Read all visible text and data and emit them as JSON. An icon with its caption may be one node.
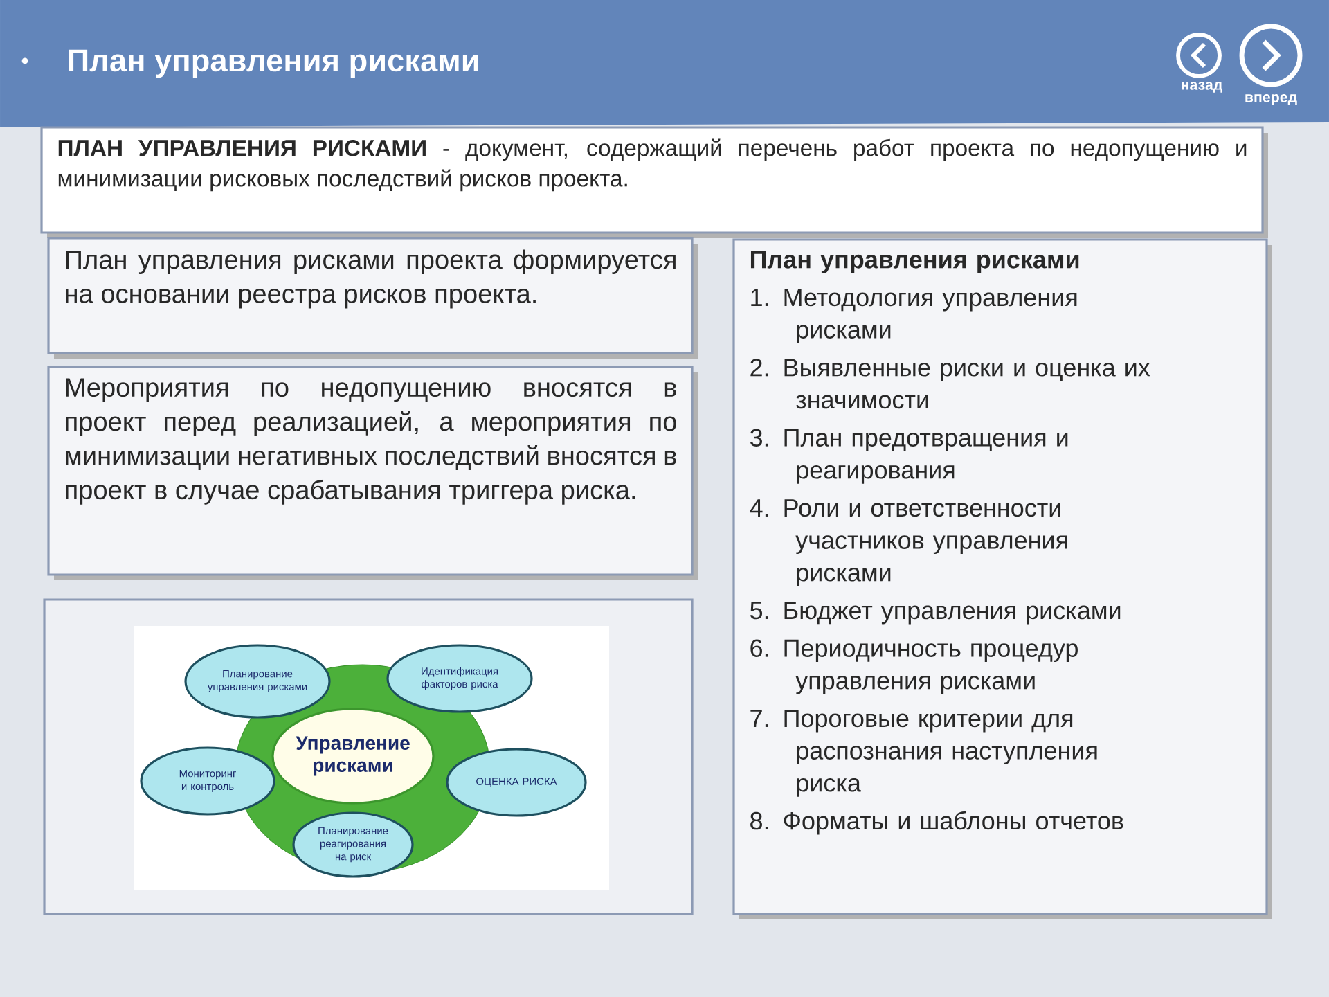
{
  "diagram": {
    "title": "План управления рисками",
    "nodes": [
      {
        "text": [
          "**ПЛАН УПРАВЛЕНИЯ РИСКАМИ** - документ, содержащий перечень работ проекта по недопущению и минимизации рисковых последствий рисков проекта."
        ]
      },
      {
        "text": [
          "План управления рисками проекта формируется на основании реестра рисков проекта."
        ]
      },
      {
        "text": [
          "Мероприятия по недопущению вносятся в проект перед реализацией, а мероприятия по минимизации негативных последствий вносятся в проект в случае срабатывания триггера риска."
        ]
      },
      {
        "text": [],
        "shape": "box"
      },
      {
        "text": [],
        "shape": "circle",
        "in": 3
      },
      {
        "text": [
          "Управление рисками"
        ],
        "in": 4
      },
      {
        "text": [
          "Планирование управления рисками"
        ],
        "in": 3
      },
      {
        "text": [
          "Идентификация факторов риска"
        ],
        "in": 3
      },
      {
        "text": [
          "Мониторинг и контроль"
        ],
        "in": 3
      },
      {
        "text": [
          "ОЦЕНКА РИСКА"
        ],
        "in": 3
      },
      {
        "text": [
          "Планирование реагирования на риск"
        ],
        "in": 4
      },
      {
        "text": [
          "План управления рисками",
          "1. Методология управления рисками",
          "2. Выявленные риски и оценка их значимости",
          "3. План предотвращения и реагирования",
          "4. Роли и ответственности участников управления рисками",
          "5. Бюджет управления рисками",
          "6. Периодичность процедур управления рисками",
          "7. Пороговые критерии для распознания наступления риска",
          "8. Форматы и шаблоны отчетов"
        ]
      }
    ],
    "labels": [
      "назад",
      "вперед"
    ]
  }
}
